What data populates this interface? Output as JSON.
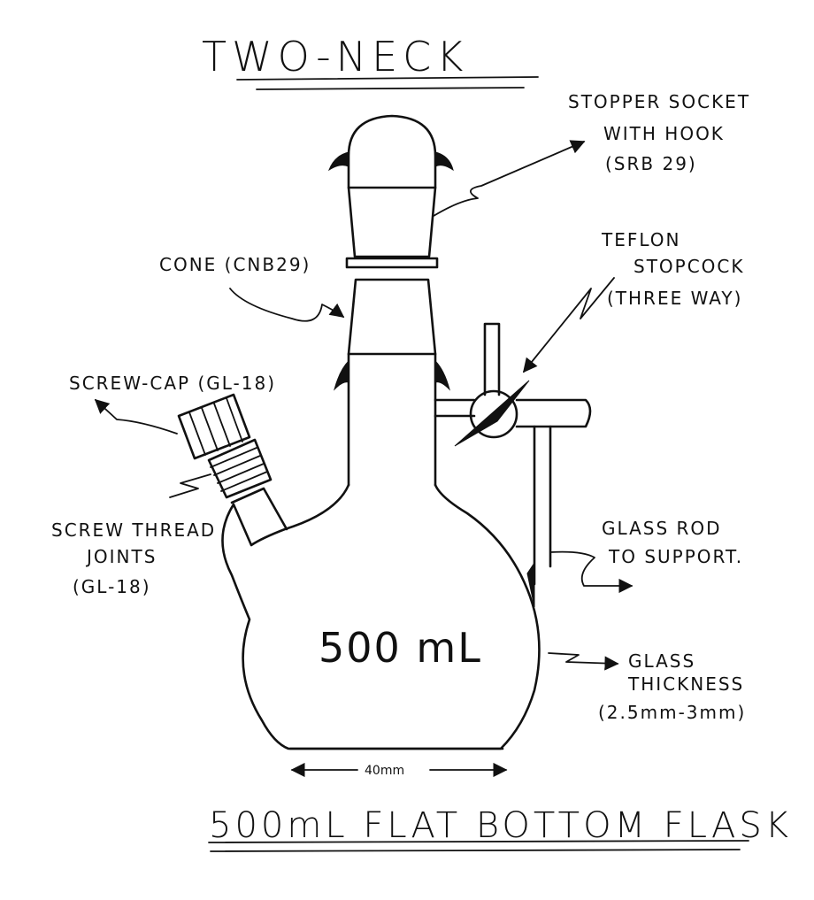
{
  "title": "TWO-NECK",
  "footer": "500mL FLAT BOTTOM FLASK",
  "volume": "500 mL",
  "width_dimension": "40mm",
  "labels": {
    "stopper": [
      "STOPPER SOCKET",
      "WITH HOOK",
      "(SRB 29)"
    ],
    "cone": "CONE (CNB29)",
    "stopcock": [
      "TEFLON",
      "STOPCOCK",
      "(THREE WAY)"
    ],
    "screw_cap": "SCREW-CAP (GL-18)",
    "screw_thread": [
      "SCREW THREAD",
      "JOINTS",
      "(GL-18)"
    ],
    "glass_rod": [
      "GLASS ROD",
      "TO SUPPORT."
    ],
    "glass_thickness": [
      "GLASS",
      "THICKNESS",
      "(2.5mm-3mm)"
    ]
  }
}
